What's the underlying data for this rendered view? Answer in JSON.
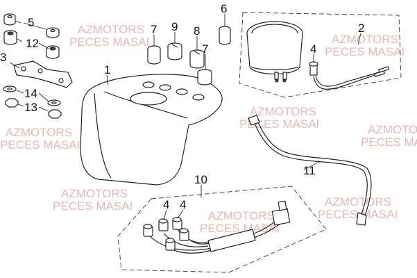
{
  "watermark": {
    "line1": "AZMOTORS",
    "line2": "PECES MASAI",
    "color": "#e9b7b7"
  },
  "callouts": {
    "p1": "1",
    "p2": "2",
    "p3": "3",
    "p4_gauge": "4",
    "p4_harness_a": "4",
    "p4_harness_b": "4",
    "p5": "5",
    "p6": "6",
    "p7_a": "7",
    "p7_b": "7",
    "p8": "8",
    "p9": "9",
    "p10": "10",
    "p11": "11",
    "p12": "12",
    "p13": "13",
    "p14": "14"
  }
}
